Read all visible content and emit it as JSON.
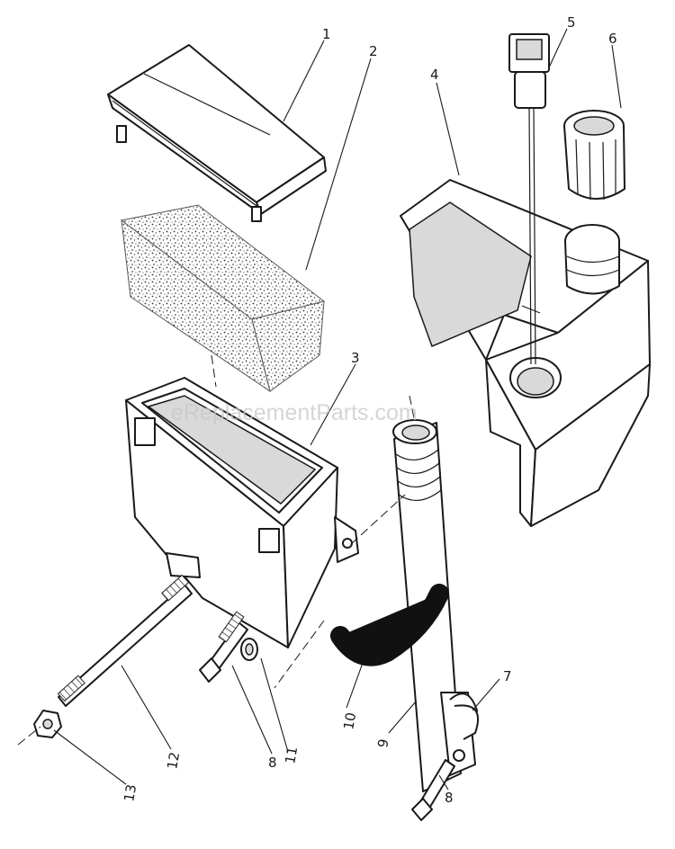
{
  "watermark": "eReplacementParts.com",
  "parts": [
    {
      "number": "1"
    },
    {
      "number": "2"
    },
    {
      "number": "3"
    },
    {
      "number": "4"
    },
    {
      "number": "5"
    },
    {
      "number": "6"
    },
    {
      "number": "7"
    },
    {
      "number": "8"
    },
    {
      "number": "8"
    },
    {
      "number": "9"
    },
    {
      "number": "10"
    },
    {
      "number": "11"
    },
    {
      "number": "12"
    },
    {
      "number": "13"
    }
  ]
}
